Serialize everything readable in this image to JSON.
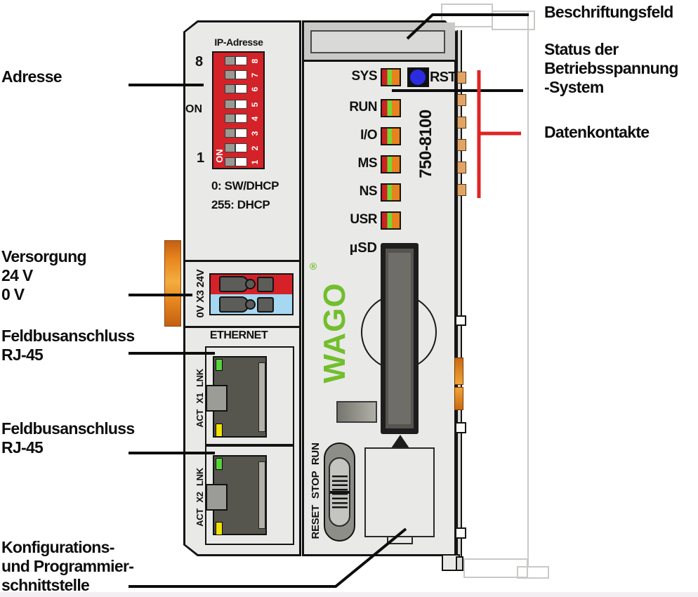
{
  "callouts": {
    "adresse": "Adresse",
    "versorgung": [
      "Versorgung",
      "24 V",
      "0 V"
    ],
    "feldbus1": [
      "Feldbusanschluss",
      "RJ-45"
    ],
    "feldbus2": [
      "Feldbusanschluss",
      "RJ-45"
    ],
    "konfiguration": [
      "Konfigurations-",
      "und Programmier-",
      "schnittstelle"
    ],
    "beschriftungsfeld": "Beschriftungsfeld",
    "status_betriebsspannung": [
      "Status der",
      "Betriebsspannung",
      "-System"
    ],
    "datenkontakte": "Datenkontakte"
  },
  "device": {
    "model": "750-8100",
    "brand": "WAGO",
    "brand_reg": "®",
    "dip_switch": {
      "title": "IP-Adresse",
      "outer_top": "8",
      "outer_mid": "ON",
      "outer_bottom": "1",
      "inner_on": "ON",
      "numbers": [
        "8",
        "7",
        "6",
        "5",
        "4",
        "3",
        "2",
        "1"
      ],
      "note1": "0: SW/DHCP",
      "note2": "255: DHCP"
    },
    "power": {
      "rotated_label": "0V X3 24V"
    },
    "ethernet": {
      "title": "ETHERNET",
      "port1_label": "ACT X1 LNK",
      "port2_label": "ACT X2 LNK"
    },
    "leds": [
      {
        "label": "SYS"
      },
      {
        "label": "RUN"
      },
      {
        "label": "I/O"
      },
      {
        "label": "MS"
      },
      {
        "label": "NS"
      },
      {
        "label": "USR"
      }
    ],
    "reset_button_label": "RST",
    "sd_label": "µSD",
    "mode_switch_label": "RESET STOP RUN"
  },
  "colors": {
    "wago_green": "#72be2c",
    "dip_red": "#d42229",
    "power_red": "#d62128",
    "power_blue": "#a6d8f2",
    "led_red": "#cc2222",
    "led_green": "#77d733",
    "led_orange": "#e8821e",
    "rst_blue": "#2b2be0",
    "contact_orange": "#e2a466",
    "latch_orange": "#e8871e",
    "callout_red": "#e02424",
    "eth_link_green": "#5ad23c",
    "eth_act_yellow": "#f2e205"
  }
}
